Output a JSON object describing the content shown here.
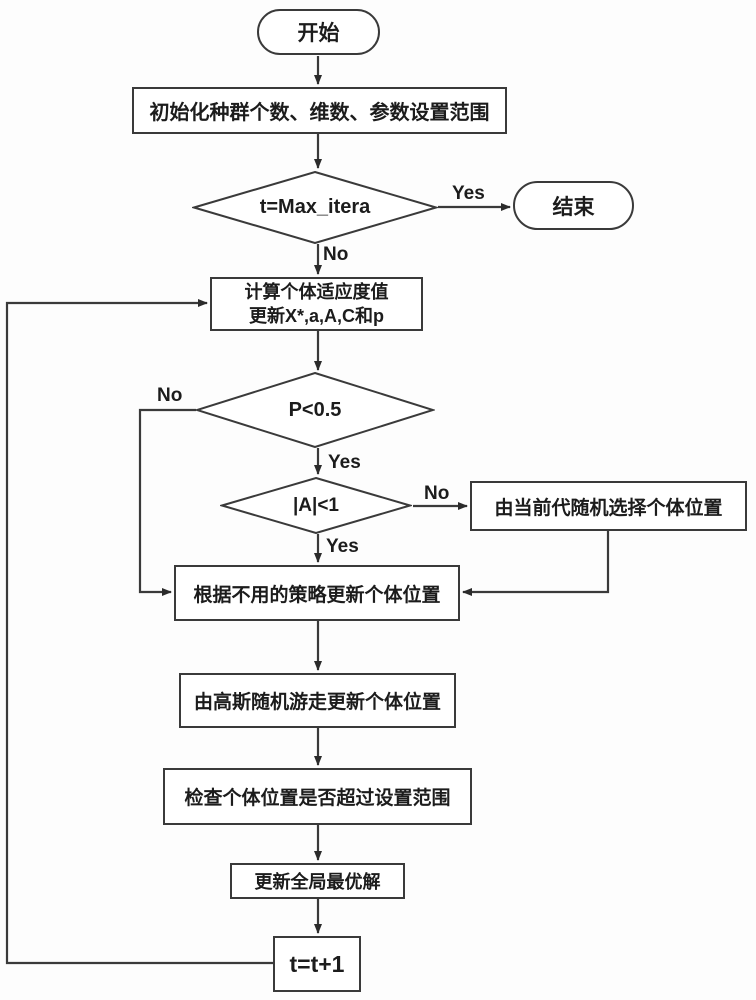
{
  "figure": {
    "type": "flowchart",
    "language": "zh-CN",
    "background_color": "#fdfdfd",
    "stroke_color": "#3a3a3a",
    "text_color": "#1c1c1c"
  },
  "labels": {
    "yes": "Yes",
    "no": "No"
  },
  "nodes": {
    "start": "开始",
    "init": "初始化种群个数、维数、参数设置范围",
    "max_iter_check": "t=Max_itera",
    "end": "结束",
    "fitness_line1": "计算个体适应度值",
    "fitness_line2": "更新X*,a,A,C和p",
    "p_check": "P<0.5",
    "a_check": "|A|<1",
    "random_select": "由当前代随机选择个体位置",
    "strategy_update": "根据不用的策略更新个体位置",
    "gaussian_walk": "由高斯随机游走更新个体位置",
    "range_check": "检查个体位置是否超过设置范围",
    "update_best": "更新全局最优解",
    "increment": "t=t+1"
  }
}
